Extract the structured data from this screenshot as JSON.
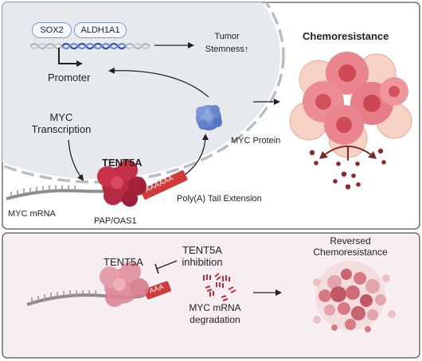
{
  "top_panel": {
    "genes": [
      "SOX2",
      "ALDH1A1"
    ],
    "promoter": "Promoter",
    "tumor_stemness": "Tumor\nStemness↑",
    "chemoresistance": "Chemoresistance",
    "myc_transcription": "MYC\nTranscription",
    "myc_protein": "MYC Protein",
    "tent5a": "TENT5A",
    "myc_mrna": "MYC mRNA",
    "pap_oas1": "PAP/OAS1",
    "polya_tag": "AAAAAA",
    "polya_extension": "Poly(A) Tail Extension"
  },
  "bottom_panel": {
    "tent5a": "TENT5A",
    "inhibition": "TENT5A\ninhibition",
    "degradation": "MYC mRNA\ndegradation",
    "reversed": "Reversed\nChemoresistance",
    "short_tail": "AAA"
  },
  "colors": {
    "panel_border": "#6e6e6e",
    "top_bg": "#ffffff",
    "bottom_bg": "#f6eef0",
    "nucleus": "#e6e8ec",
    "tent5a_active": "#c8334a",
    "tent5a_inhibited": "#e596a3",
    "polya_tail": "#d13a3a",
    "myc_protein": "#5e7ec8",
    "dna_blue": "#2b4fa8",
    "cell_pink": "#e98a93",
    "cell_peach": "#f6d2c4"
  }
}
